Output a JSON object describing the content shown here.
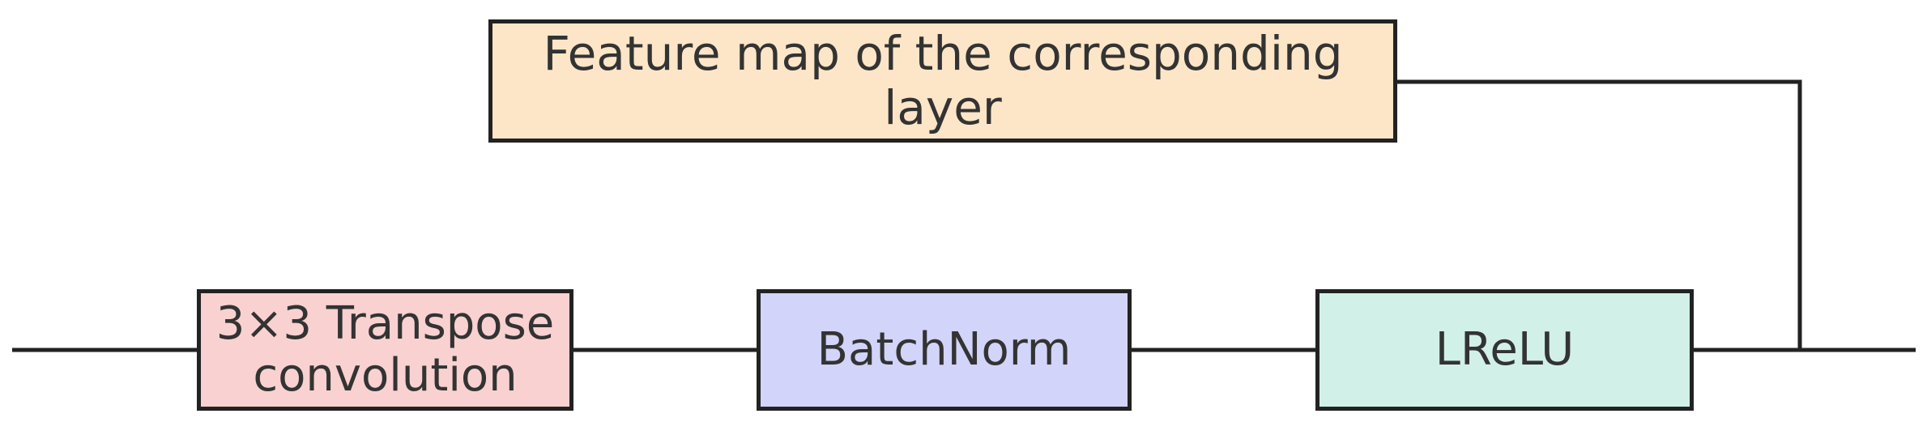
{
  "nodes": {
    "feature_map": {
      "label": "Feature map of the corresponding layer",
      "fill": "#fde6c8"
    },
    "transpose_conv": {
      "label": "3×3 Transpose\nconvolution",
      "fill": "#f9d1d1"
    },
    "batchnorm": {
      "label": "BatchNorm",
      "fill": "#d2d4f9"
    },
    "lrelu": {
      "label": "LReLU",
      "fill": "#d1f0e8"
    }
  },
  "colors": {
    "line": "#222222",
    "border": "#222222",
    "text": "#333333"
  }
}
